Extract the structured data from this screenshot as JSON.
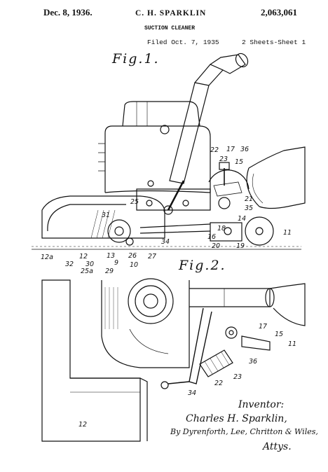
{
  "header": {
    "date": "Dec. 8, 1936.",
    "inventor": "C. H. SPARKLIN",
    "patent_number": "2,063,061",
    "title": "SUCTION CLEANER",
    "filed": "Filed Oct. 7, 1935",
    "sheets": "2 Sheets-Sheet 1"
  },
  "figures": {
    "fig1_label": "Fig.1.",
    "fig2_label": "Fig.2."
  },
  "reference_numerals": {
    "fig1": {
      "n22": "22",
      "n17": "17",
      "n36": "36",
      "n23": "23",
      "n15": "15",
      "n21": "21",
      "n35": "35",
      "n25": "25",
      "n31": "31",
      "n14": "14",
      "n18": "18",
      "n16": "16",
      "n20": "20",
      "n19": "19",
      "n11": "11",
      "n34": "34",
      "n12a": "12a",
      "n12": "12",
      "n32": "32",
      "n30": "30",
      "n13": "13",
      "n9": "9",
      "n10": "10",
      "n26": "26",
      "n27": "27",
      "n25a": "25a",
      "n29": "29"
    },
    "fig2": {
      "n17": "17",
      "n15": "15",
      "n11": "11",
      "n36": "36",
      "n23": "23",
      "n22": "22",
      "n34": "34",
      "n12": "12"
    }
  },
  "signature": {
    "label": "Inventor:",
    "name": "Charles H. Sparklin,",
    "attorneys": "By Dyrenforth, Lee, Chritton & Wiles,",
    "attys": "Attys."
  }
}
